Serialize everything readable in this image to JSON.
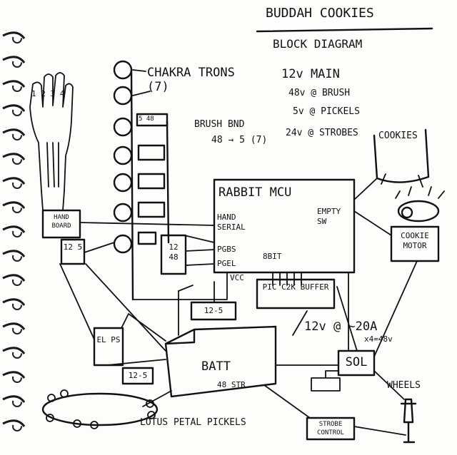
{
  "header": {
    "title": "BUDDAH COOKIES",
    "subtitle": "BLOCK DIAGRAM"
  },
  "power_notes": [
    "12v MAIN",
    "48v @ BRUSH",
    "5v @ PICKELS",
    "24v @ STROBES"
  ],
  "labels": {
    "chakra_trons": "CHAKRA TRONS (7)",
    "brush_bnd": "BRUSH BND",
    "brush_ratio": "48 → 5 (7)",
    "cookies": "COOKIES",
    "cookie_motor": "COOKIE MOTOR",
    "hand_board": "HAND BOARD",
    "hand_reg": "12 5",
    "reg_1248": "12 48",
    "mcu_title": "RABBIT MCU",
    "hand_serial": "HAND SERIAL",
    "pgbs": "PGBS",
    "pgel": "PGEL",
    "bit8": "8BIT",
    "vcc": "VCC",
    "empty_sw": "EMPTY SW",
    "pic_buffer": "PIC C2K BUFFER",
    "reg_125": "12-5",
    "power_bus": "12v @ ~20A",
    "power_bus_extra": "x4=48v",
    "el_ps": "EL PS",
    "batt": "BATT",
    "batt_sub": "48 STR",
    "sol": "SOL",
    "wheels": "WHEELS",
    "reg_125_low": "12-5",
    "lotus_petal": "LOTUS PETAL PICKELS",
    "strobe_control": "STROBE CONTROL",
    "brush_chip": "5 48",
    "fingers": "1 2 3 4"
  }
}
